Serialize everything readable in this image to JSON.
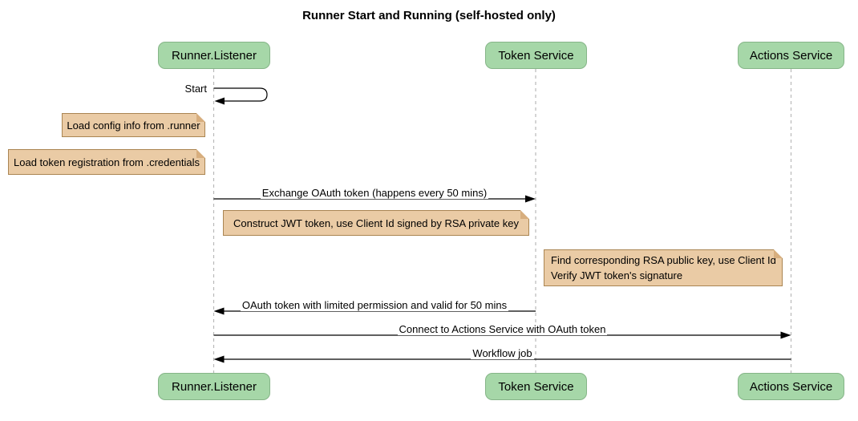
{
  "diagram": {
    "title": "Runner Start and Running (self-hosted only)",
    "participants": [
      {
        "label": "Runner.Listener"
      },
      {
        "label": "Token Service"
      },
      {
        "label": "Actions Service"
      }
    ],
    "messages": {
      "self_start": "Start",
      "exchange_token": "Exchange OAuth token (happens every 50 mins)",
      "oauth_return": "OAuth token with limited permission and valid for 50 mins",
      "connect_actions": "Connect to Actions Service with OAuth token",
      "workflow_job": "Workflow job"
    },
    "notes": {
      "load_config": "Load config info from .runner",
      "load_token_registration": "Load token registration from .credentials",
      "construct_jwt": "Construct JWT token, use Client Id signed by RSA private key",
      "verify_jwt": "Find corresponding RSA public key, use Client Id\nVerify JWT token's signature"
    },
    "colors": {
      "participant_fill": "#a6d7a8",
      "participant_border": "#86b588",
      "note_fill": "#eacba5",
      "note_border": "#aa8552",
      "note_fold": "#d7ae7e",
      "lifeline": "#b9b9b9",
      "message": "#000000"
    }
  }
}
